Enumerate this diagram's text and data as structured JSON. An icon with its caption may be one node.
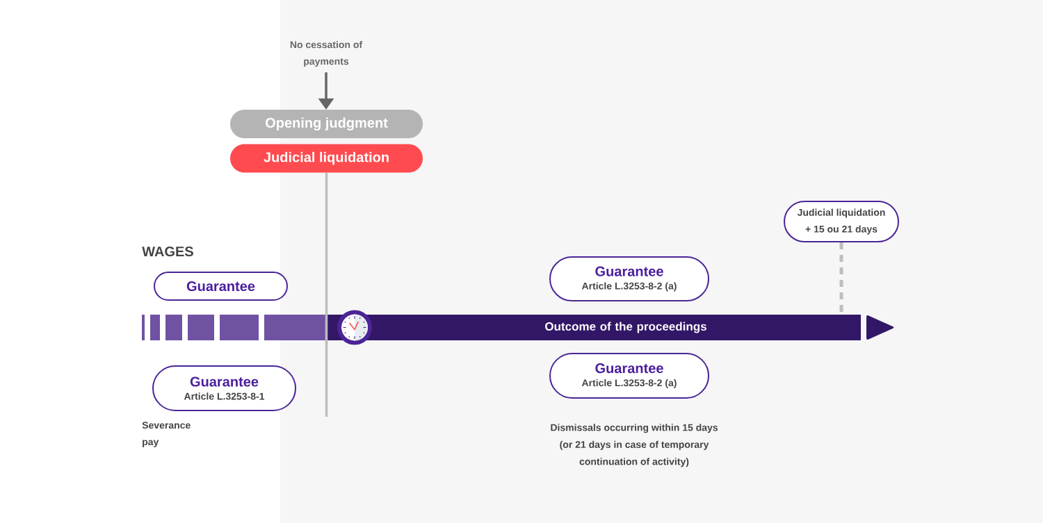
{
  "diagram": {
    "nodes": [
      {
        "text": [
          "No cessation of payments"
        ]
      },
      {
        "text": [
          "Opening judgment"
        ]
      },
      {
        "text": [
          "Judicial liquidation"
        ]
      },
      {
        "text": [
          "Judicial liquidation + 15 ou 21 days"
        ]
      },
      {
        "text": [
          "Guarantee"
        ]
      },
      {
        "text": [
          "Guarantee",
          "Article L.3253-8-2 (a)"
        ]
      },
      {
        "text": [
          "Outcome of the proceedings"
        ]
      },
      {
        "text": [
          "Guarantee",
          "Article L.3253-8-1"
        ]
      },
      {
        "text": [
          "Guarantee",
          "Article L.3253-8-2 (a)"
        ]
      }
    ],
    "edges": [
      {
        "from": 0,
        "to": 1,
        "arrow": "to",
        "color": "#666666"
      },
      {
        "from": 3,
        "to": 6,
        "arrow": "none",
        "style": "dashed"
      },
      {
        "from": 2,
        "to": null,
        "arrow": "none"
      }
    ],
    "labels": [
      "WAGES",
      "Severance pay",
      "Dismissals occurring within 15 days (or 21 days in case of temporary continuation of activity)"
    ]
  }
}
